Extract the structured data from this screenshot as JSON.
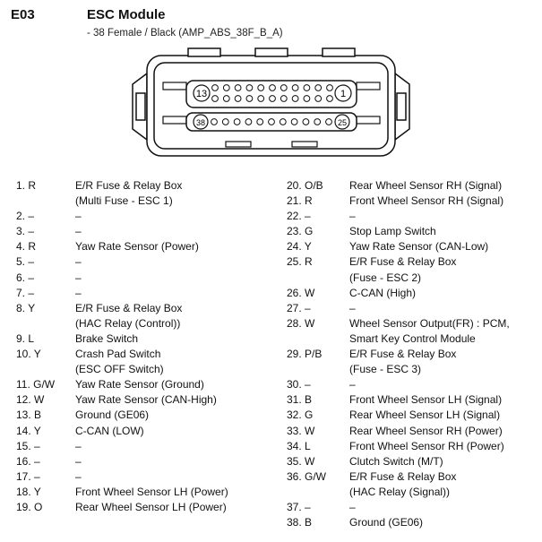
{
  "header": {
    "code": "E03",
    "title": "ESC Module",
    "subtitle": "- 38 Female / Black (AMP_ABS_38F_B_A)"
  },
  "connector": {
    "top_left_label": "13",
    "top_right_label": "1",
    "bottom_left_label": "38",
    "bottom_right_label": "25"
  },
  "left_pins": [
    {
      "num": "1. R",
      "desc": [
        "E/R Fuse & Relay Box",
        "(Multi Fuse - ESC 1)"
      ]
    },
    {
      "num": "2. –",
      "desc": [
        "–"
      ]
    },
    {
      "num": "3. –",
      "desc": [
        "–"
      ]
    },
    {
      "num": "4. R",
      "desc": [
        "Yaw Rate Sensor (Power)"
      ]
    },
    {
      "num": "5. –",
      "desc": [
        "–"
      ]
    },
    {
      "num": "6. –",
      "desc": [
        "–"
      ]
    },
    {
      "num": "7. –",
      "desc": [
        "–"
      ]
    },
    {
      "num": "8. Y",
      "desc": [
        "E/R Fuse & Relay Box",
        "(HAC Relay (Control))"
      ]
    },
    {
      "num": "9. L",
      "desc": [
        "Brake Switch"
      ]
    },
    {
      "num": "10. Y",
      "desc": [
        "Crash Pad Switch",
        "(ESC OFF Switch)"
      ]
    },
    {
      "num": "11. G/W",
      "desc": [
        "Yaw Rate Sensor (Ground)"
      ]
    },
    {
      "num": "12. W",
      "desc": [
        "Yaw Rate Sensor (CAN-High)"
      ]
    },
    {
      "num": "13. B",
      "desc": [
        "Ground (GE06)"
      ]
    },
    {
      "num": "14. Y",
      "desc": [
        "C-CAN (LOW)"
      ]
    },
    {
      "num": "15. –",
      "desc": [
        "–"
      ]
    },
    {
      "num": "16. –",
      "desc": [
        "–"
      ]
    },
    {
      "num": "17. –",
      "desc": [
        "–"
      ]
    },
    {
      "num": "18. Y",
      "desc": [
        "Front Wheel Sensor LH (Power)"
      ]
    },
    {
      "num": "19. O",
      "desc": [
        "Rear Wheel Sensor LH (Power)"
      ]
    }
  ],
  "right_pins": [
    {
      "num": "20. O/B",
      "desc": [
        "Rear Wheel Sensor RH (Signal)"
      ]
    },
    {
      "num": "21. R",
      "desc": [
        "Front Wheel Sensor RH (Signal)"
      ]
    },
    {
      "num": "22. –",
      "desc": [
        "–"
      ]
    },
    {
      "num": "23. G",
      "desc": [
        "Stop Lamp Switch"
      ]
    },
    {
      "num": "24. Y",
      "desc": [
        "Yaw Rate Sensor (CAN-Low)"
      ]
    },
    {
      "num": "25. R",
      "desc": [
        "E/R Fuse & Relay Box",
        "(Fuse - ESC 2)"
      ]
    },
    {
      "num": "26. W",
      "desc": [
        "C-CAN (High)"
      ]
    },
    {
      "num": "27. –",
      "desc": [
        "–"
      ]
    },
    {
      "num": "28. W",
      "desc": [
        "Wheel Sensor Output(FR) : PCM,",
        "Smart Key Control Module"
      ]
    },
    {
      "num": "29. P/B",
      "desc": [
        "E/R Fuse & Relay Box",
        "(Fuse - ESC 3)"
      ]
    },
    {
      "num": "30. –",
      "desc": [
        "–"
      ]
    },
    {
      "num": "31. B",
      "desc": [
        "Front Wheel Sensor LH (Signal)"
      ]
    },
    {
      "num": "32. G",
      "desc": [
        "Rear Wheel Sensor LH (Signal)"
      ]
    },
    {
      "num": "33. W",
      "desc": [
        "Rear Wheel Sensor RH (Power)"
      ]
    },
    {
      "num": "34. L",
      "desc": [
        "Front Wheel Sensor RH (Power)"
      ]
    },
    {
      "num": "35. W",
      "desc": [
        "Clutch Switch (M/T)"
      ]
    },
    {
      "num": "36. G/W",
      "desc": [
        "E/R Fuse & Relay Box",
        "(HAC Relay (Signal))"
      ]
    },
    {
      "num": "37. –",
      "desc": [
        "–"
      ]
    },
    {
      "num": "38. B",
      "desc": [
        "Ground (GE06)"
      ]
    }
  ]
}
